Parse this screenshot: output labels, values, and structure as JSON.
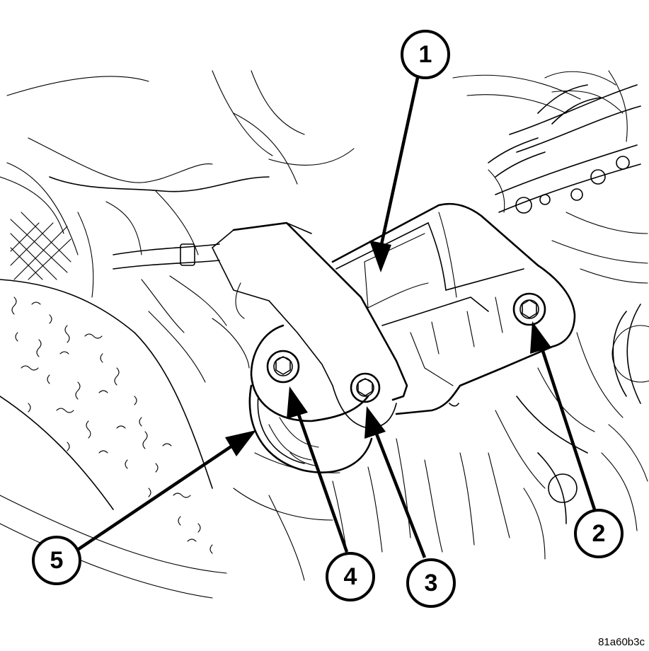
{
  "figure": {
    "reference_code": "81a60b3c",
    "callouts": [
      {
        "id": "callout-1",
        "label": "1"
      },
      {
        "id": "callout-2",
        "label": "2"
      },
      {
        "id": "callout-3",
        "label": "3"
      },
      {
        "id": "callout-4",
        "label": "4"
      },
      {
        "id": "callout-5",
        "label": "5"
      }
    ]
  }
}
